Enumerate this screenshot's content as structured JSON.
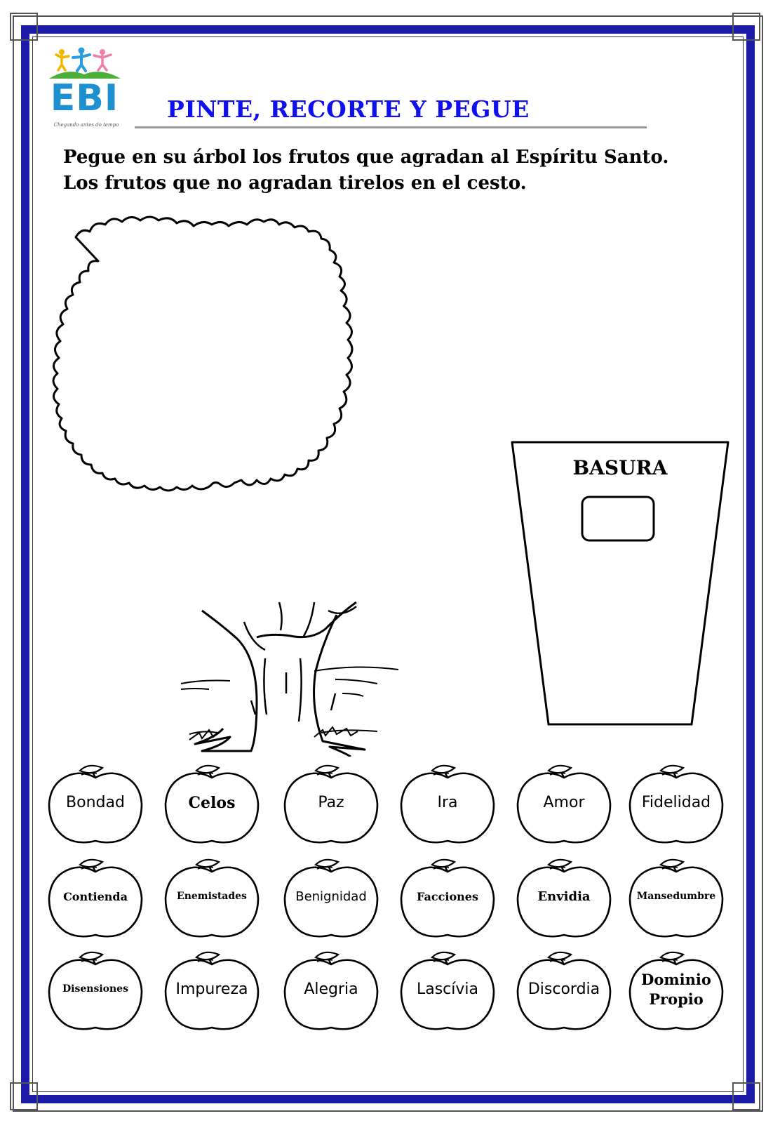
{
  "header": {
    "logo_text": "EBI",
    "logo_tagline": "Chegando antes do tempo",
    "title": "PINTE, RECORTE Y PEGUE"
  },
  "instructions": {
    "line1": "Pegue en su árbol los frutos que agradan al Espíritu Santo.",
    "line2": "Los frutos que no agradan tirelos en el cesto."
  },
  "basket": {
    "label": "BASURA"
  },
  "apples": [
    {
      "label": "Bondad",
      "style": "sans"
    },
    {
      "label": "Celos",
      "style": "serif"
    },
    {
      "label": "Paz",
      "style": "sans"
    },
    {
      "label": "Ira",
      "style": "sans"
    },
    {
      "label": "Amor",
      "style": "sans"
    },
    {
      "label": "Fidelidad",
      "style": "sans"
    },
    {
      "label": "Contienda",
      "style": "serif"
    },
    {
      "label": "Enemistades",
      "style": "serif"
    },
    {
      "label": "Benignidad",
      "style": "sans"
    },
    {
      "label": "Facciones",
      "style": "serif"
    },
    {
      "label": "Envidia",
      "style": "serif"
    },
    {
      "label": "Mansedumbre",
      "style": "serif"
    },
    {
      "label": "Disensiones",
      "style": "serif"
    },
    {
      "label": "Impureza",
      "style": "sans"
    },
    {
      "label": "Alegria",
      "style": "sans"
    },
    {
      "label": "Lascívia",
      "style": "sans"
    },
    {
      "label": "Discordia",
      "style": "sans"
    },
    {
      "label": "Dominio Propio",
      "style": "serif"
    }
  ],
  "colors": {
    "frame_blue": "#1c1ba8",
    "title_blue": "#1010ee",
    "logo_blue": "#1e90d0",
    "logo_green": "#4caf3a"
  }
}
